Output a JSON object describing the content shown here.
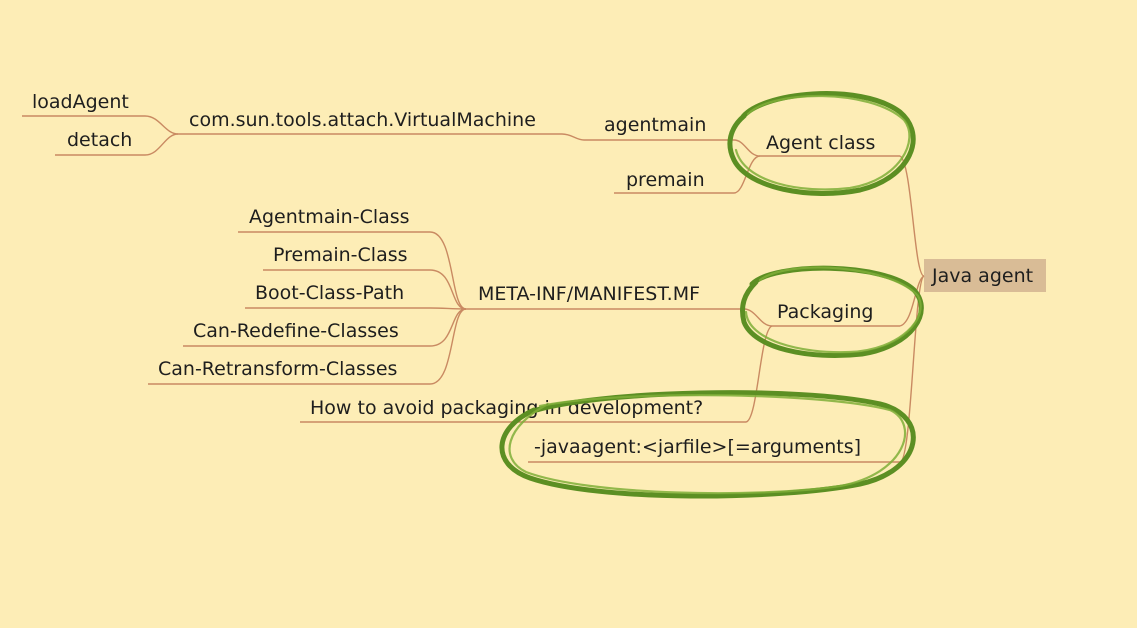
{
  "mindmap": {
    "root": {
      "label": "Java agent",
      "fill": "#d9bc96"
    },
    "agent_class": {
      "label": "Agent class",
      "agentmain": "agentmain",
      "premain": "premain",
      "virtual_machine": "com.sun.tools.attach.VirtualMachine",
      "load_agent": "loadAgent",
      "detach": "detach"
    },
    "packaging": {
      "label": "Packaging",
      "manifest": "META-INF/MANIFEST.MF",
      "attributes": [
        "Agentmain-Class",
        "Premain-Class",
        "Boot-Class-Path",
        "Can-Redefine-Classes",
        "Can-Retransform-Classes"
      ],
      "avoid_question": "How to avoid packaging in development?"
    },
    "javaagent_option": "-javaagent:<jarfile>[=arguments]",
    "colors": {
      "background": "#fdedb6",
      "branch_line": "#c98a62",
      "highlight_circle": "#5c8f23",
      "root_fill": "#d9bc96"
    }
  }
}
